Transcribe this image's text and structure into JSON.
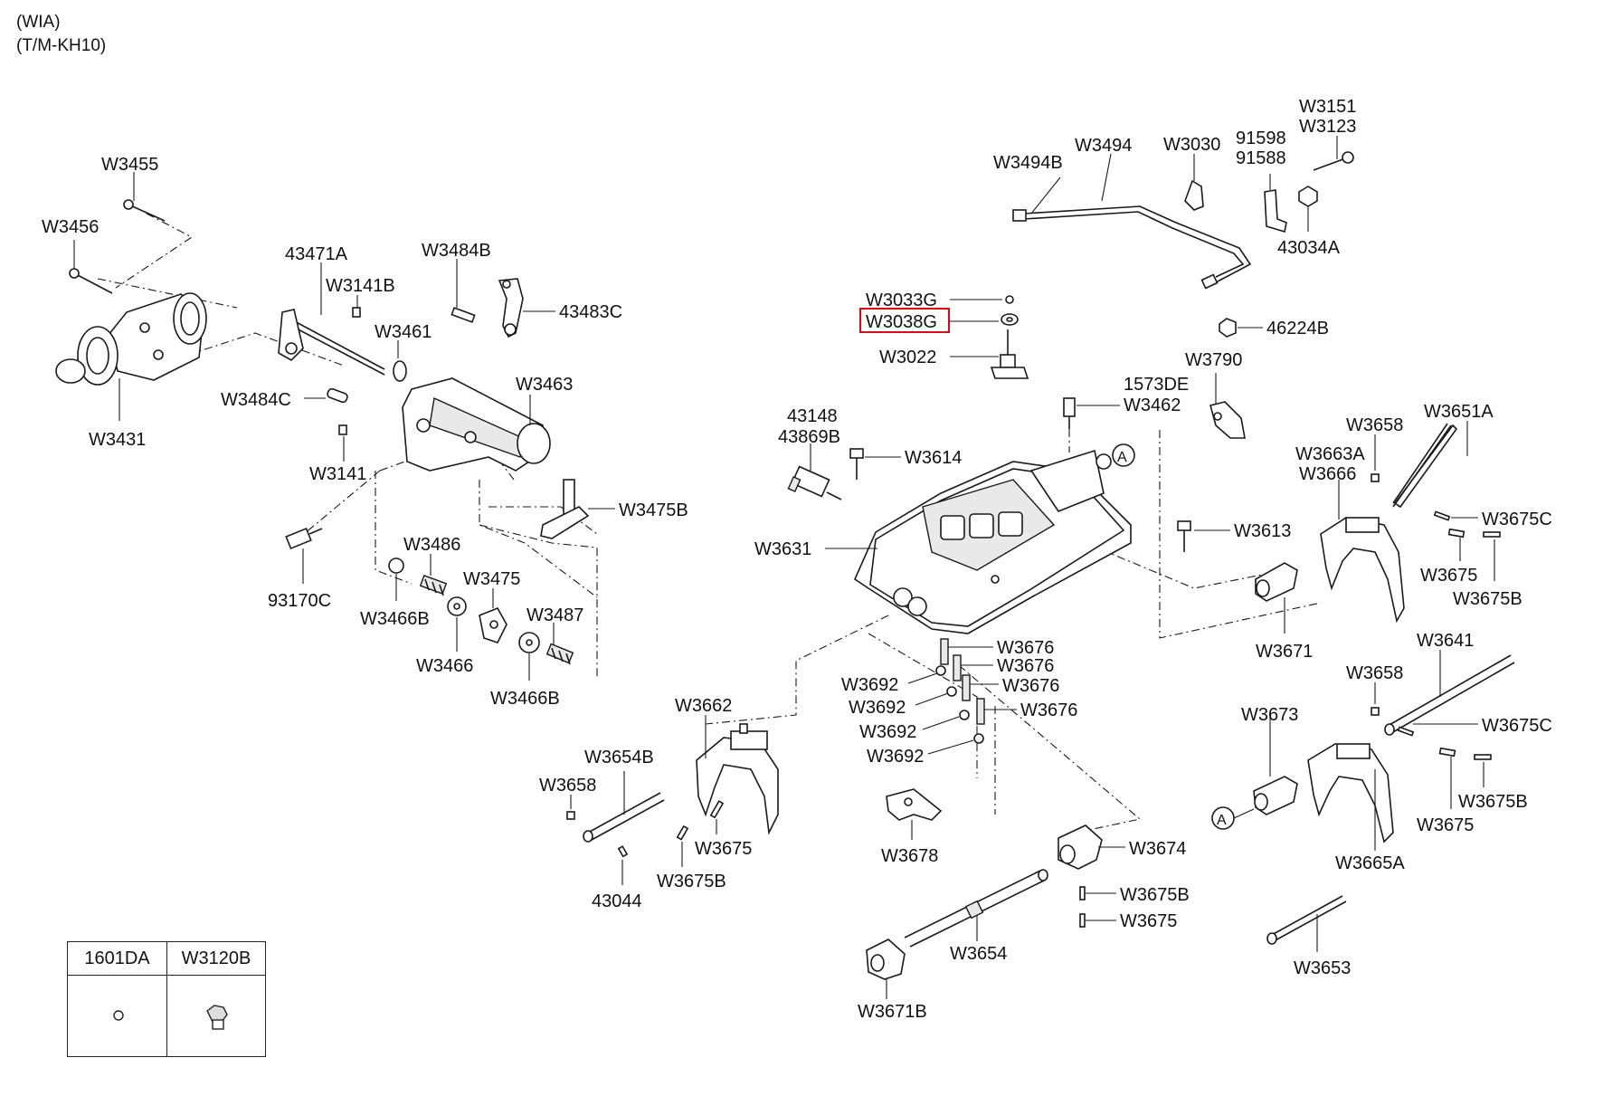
{
  "header": {
    "line1": "(WIA)",
    "line2": "(T/M-KH10)"
  },
  "highlighted_part": "W3038G",
  "highlight_color": "#e60012",
  "labels": {
    "W3455": "W3455",
    "W3456": "W3456",
    "W3431": "W3431",
    "43471A": "43471A",
    "W3141B": "W3141B",
    "W3484B": "W3484B",
    "43483C": "43483C",
    "W3461": "W3461",
    "W3484C": "W3484C",
    "W3463": "W3463",
    "W3141": "W3141",
    "W3475B": "W3475B",
    "93170C": "93170C",
    "W3486": "W3486",
    "W3466B_a": "W3466B",
    "W3475": "W3475",
    "W3466": "W3466",
    "W3487": "W3487",
    "W3466B_b": "W3466B",
    "W3494B": "W3494B",
    "W3494": "W3494",
    "W3030": "W3030",
    "91598": "91598",
    "91588": "91588",
    "W3151": "W3151",
    "W3123": "W3123",
    "43034A": "43034A",
    "W3033G": "W3033G",
    "W3038G": "W3038G",
    "W3022": "W3022",
    "46224B": "46224B",
    "W3790": "W3790",
    "1573DE": "1573DE",
    "W3462": "W3462",
    "43148": "43148",
    "43869B": "43869B",
    "W3614": "W3614",
    "W3631": "W3631",
    "W3613": "W3613",
    "W3658_a": "W3658",
    "W3651A": "W3651A",
    "W3663A": "W3663A",
    "W3666": "W3666",
    "W3675C_a": "W3675C",
    "W3675_a": "W3675",
    "W3675B_a": "W3675B",
    "W3671": "W3671",
    "W3676_a": "W3676",
    "W3676_b": "W3676",
    "W3676_c": "W3676",
    "W3676_d": "W3676",
    "W3692_a": "W3692",
    "W3692_b": "W3692",
    "W3692_c": "W3692",
    "W3692_d": "W3692",
    "W3662": "W3662",
    "W3654B": "W3654B",
    "W3658_b": "W3658",
    "W3675_b": "W3675",
    "W3675B_b": "W3675B",
    "43044": "43044",
    "W3678": "W3678",
    "W3674": "W3674",
    "W3675B_c": "W3675B",
    "W3675_c": "W3675",
    "W3654": "W3654",
    "W3671B": "W3671B",
    "W3658_c": "W3658",
    "W3641": "W3641",
    "W3673": "W3673",
    "W3675C_b": "W3675C",
    "W3675B_d": "W3675B",
    "W3675_d": "W3675",
    "W3665A": "W3665A",
    "W3653": "W3653",
    "ref_A1": "A",
    "ref_A2": "A"
  },
  "legend": {
    "col1": "1601DA",
    "col2": "W3120B"
  }
}
